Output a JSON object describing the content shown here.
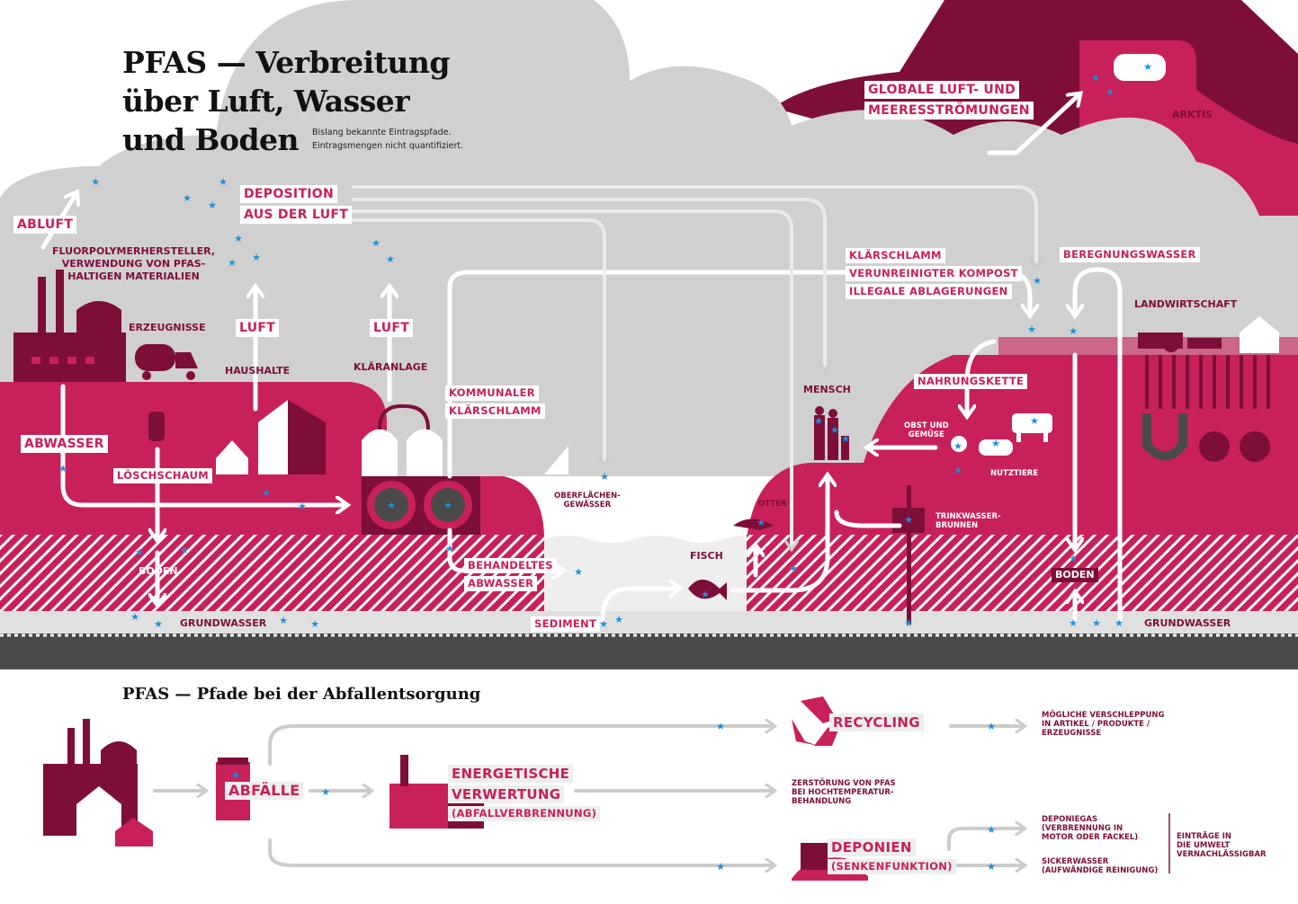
{
  "title": {
    "line1": "PFAS — Verbreitung",
    "line2": "über Luft, Wasser",
    "line3": "und Boden"
  },
  "subtitle": {
    "line1": "Bislang bekannte Eintragspfade.",
    "line2": "Eintragsmengen nicht quantifiziert."
  },
  "colors": {
    "magenta": "#c8205a",
    "wine": "#7d0e3a",
    "gray": "#cfcfcf",
    "ground": "#4a4a4a",
    "star": "#1e90d8"
  },
  "upper": {
    "abluft": "ABLUFT",
    "deposition": [
      "DEPOSITION",
      "AUS DER LUFT"
    ],
    "producers": [
      "FLUORPOLYMERHERSTELLER,",
      "VERWENDUNG VON PFAS-",
      "HALTIGEN MATERIALIEN"
    ],
    "erzeugnisse": "ERZEUGNISSE",
    "luft1": "LUFT",
    "luft2": "LUFT",
    "haushalte": "HAUSHALTE",
    "klaeranlage": "KLÄRANLAGE",
    "abwasser": "ABWASSER",
    "loeschschaum": "LÖSCHSCHAUM",
    "kommunaler": [
      "KOMMUNALER",
      "KLÄRSCHLAMM"
    ],
    "boden_left": "BODEN",
    "grundwasser_left": "GRUNDWASSER",
    "behandeltes": [
      "BEHANDELTES",
      "ABWASSER"
    ],
    "oberflaechen": [
      "OBERFLÄCHEN-",
      "GEWÄSSER"
    ],
    "sediment": "SEDIMENT",
    "fisch": "FISCH",
    "otter": "OTTER",
    "mensch": "MENSCH",
    "global": [
      "GLOBALE LUFT- UND",
      "MEERESSTRÖMUNGEN"
    ],
    "arktis": "ARKTIS",
    "klaerschlamm": [
      "KLÄRSCHLAMM",
      "VERUNREINIGTER KOMPOST",
      "ILLEGALE ABLAGERUNGEN"
    ],
    "beregnung": "BEREGNUNGSWASSER",
    "landwirtschaft": "LANDWIRTSCHAFT",
    "nahrungskette": "NAHRUNGSKETTE",
    "obst": [
      "OBST UND",
      "GEMÜSE"
    ],
    "nutztiere": "NUTZTIERE",
    "trinkwasser": [
      "TRINKWASSER-",
      "BRUNNEN"
    ],
    "boden_right": "BODEN",
    "grundwasser_right": "GRUNDWASSER"
  },
  "lower": {
    "title": "PFAS — Pfade bei der Abfallentsorgung",
    "abfaelle": "ABFÄLLE",
    "energetische": [
      "ENERGETISCHE",
      "VERWERTUNG",
      "(ABFALLVERBRENNUNG)"
    ],
    "recycling": "RECYCLING",
    "deponien": [
      "DEPONIEN",
      "(SENKENFUNKTION)"
    ],
    "verschleppung": [
      "MÖGLICHE VERSCHLEPPUNG",
      "IN ARTIKEL / PRODUKTE /",
      "ERZEUGNISSE"
    ],
    "zerstoerung": [
      "ZERSTÖRUNG VON PFAS",
      "BEI HOCHTEMPERATUR-",
      "BEHANDLUNG"
    ],
    "deponiegas": [
      "DEPONIEGAS",
      "(VERBRENNUNG IN",
      "MOTOR ODER FACKEL)"
    ],
    "sickerwasser": [
      "SICKERWASSER",
      "(AUFWÄNDIGE REINIGUNG)"
    ],
    "eintraege": [
      "EINTRÄGE IN",
      "DIE UMWELT",
      "VERNACHLÄSSIGBAR"
    ]
  }
}
